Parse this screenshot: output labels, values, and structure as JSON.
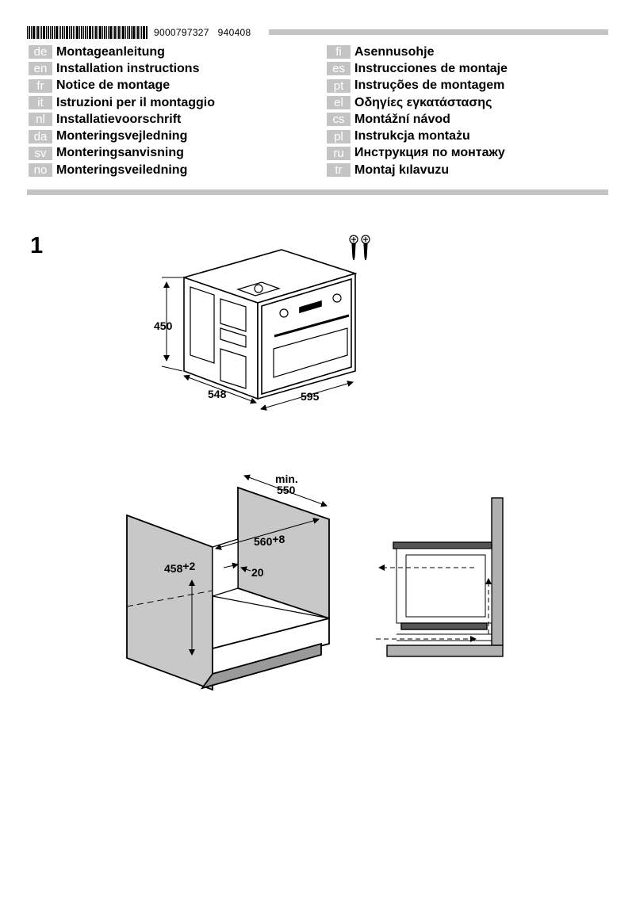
{
  "header": {
    "doc_number": "9000797327",
    "doc_code": "940408"
  },
  "languages_left": [
    {
      "code": "de",
      "title": "Montageanleitung"
    },
    {
      "code": "en",
      "title": "Installation instructions"
    },
    {
      "code": "fr",
      "title": "Notice de montage"
    },
    {
      "code": "it",
      "title": "Istruzioni per il montaggio"
    },
    {
      "code": "nl",
      "title": "Installatievoorschrift"
    },
    {
      "code": "da",
      "title": "Monteringsvejledning"
    },
    {
      "code": "sv",
      "title": "Monteringsanvisning"
    },
    {
      "code": "no",
      "title": "Monteringsveiledning"
    }
  ],
  "languages_right": [
    {
      "code": "fi",
      "title": "Asennusohje"
    },
    {
      "code": "es",
      "title": "Instrucciones de montaje"
    },
    {
      "code": "pt",
      "title": "Instruções de montagem"
    },
    {
      "code": "el",
      "title": "Οδηγίες εγκατάστασης"
    },
    {
      "code": "cs",
      "title": "Montážní návod"
    },
    {
      "code": "pl",
      "title": "Instrukcja montażu"
    },
    {
      "code": "ru",
      "title": "Инструкция по монтажу"
    },
    {
      "code": "tr",
      "title": "Montaj kılavuzu"
    }
  ],
  "step": "1",
  "oven_dims": {
    "height": "450",
    "depth": "548",
    "width": "595"
  },
  "cabinet_dims": {
    "min_label": "min.",
    "min_value": "550",
    "width_value": "560",
    "width_tol": "+8",
    "height_value": "458",
    "height_tol": "+2",
    "gap": "20"
  }
}
